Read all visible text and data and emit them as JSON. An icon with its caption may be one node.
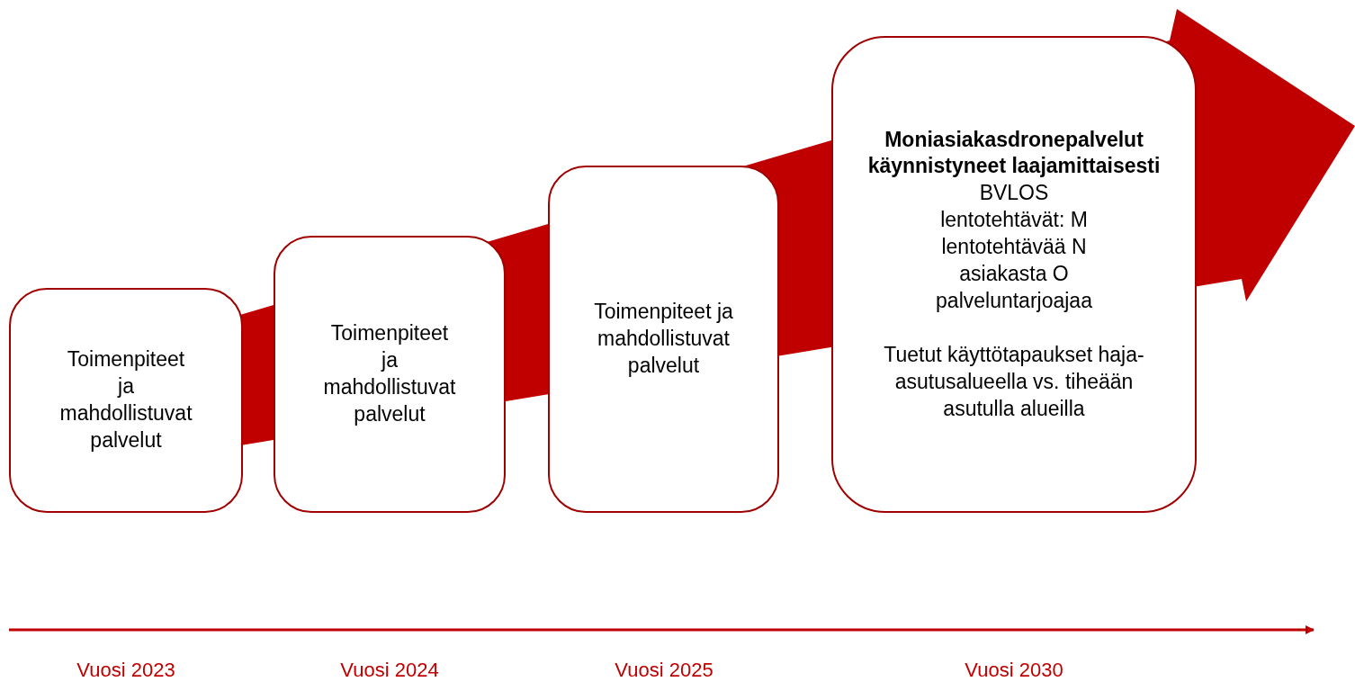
{
  "diagram": {
    "nodes": [
      {
        "text": [
          "Toimenpiteet ja mahdollistuvat palvelut"
        ]
      },
      {
        "text": [
          "Toimenpiteet ja mahdollistuvat palvelut"
        ]
      },
      {
        "text": [
          "Toimenpiteet ja mahdollistuvat palvelut"
        ]
      },
      {
        "text": [
          "Moniasiakasdronepalvelut käynnistyneet laajamittaisesti",
          "BVLOS lentotehtävät: M lentotehtävää N asiakasta O palveluntarjoajaa",
          "Tuetut käyttötapaukset haja-asutusalueella vs. tiheään asutulla alueilla"
        ]
      }
    ],
    "labels": [
      "Vuosi 2023",
      "Vuosi 2024",
      "Vuosi 2025",
      "Vuosi 2030"
    ]
  }
}
